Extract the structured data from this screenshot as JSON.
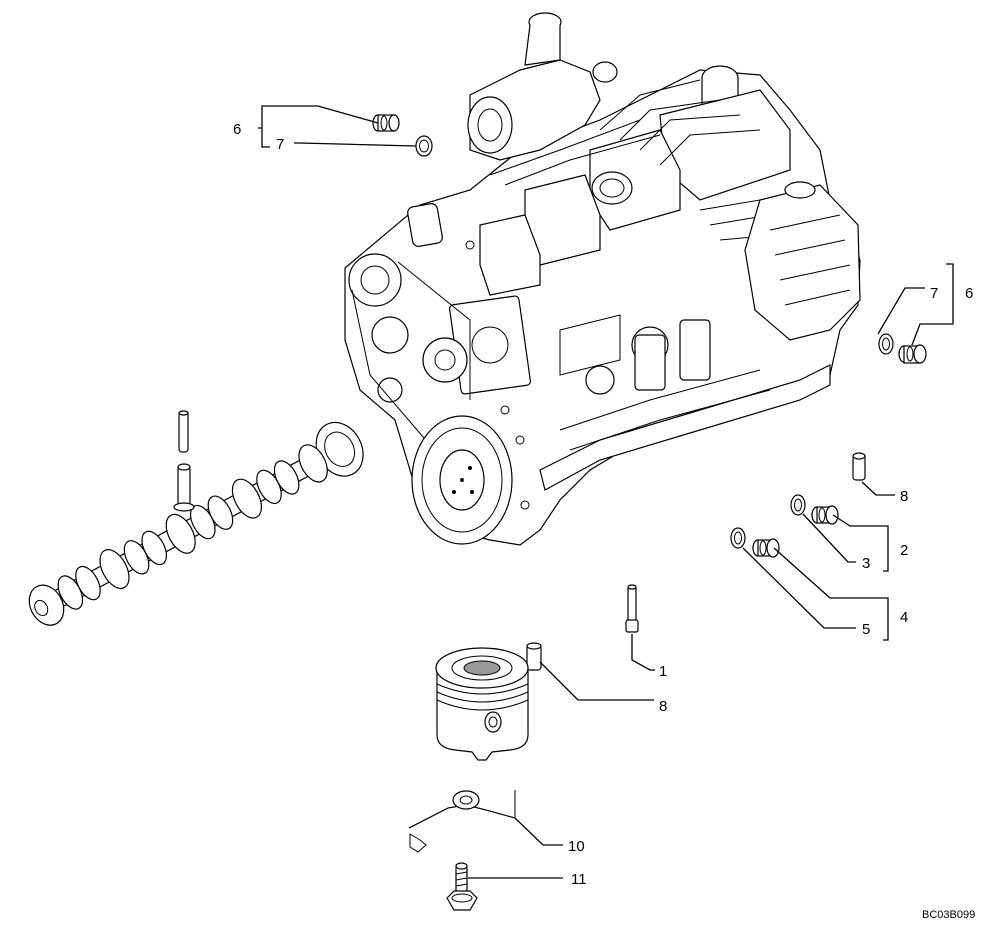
{
  "diagram": {
    "reference_code": "BC03B099",
    "callouts": {
      "c6_top": "6",
      "c7_top": "7",
      "c7_right": "7",
      "c6_right": "6",
      "c8_right": "8",
      "c2": "2",
      "c3": "3",
      "c4": "4",
      "c5": "5",
      "c1": "1",
      "c8_lower": "8",
      "c10": "10",
      "c11": "11"
    },
    "components": [
      "engine-assembly-icon",
      "camshaft-icon",
      "piston-icon",
      "piston-pin-icon",
      "plug-icon",
      "sealing-washer-icon",
      "dowel-icon",
      "oil-jet-icon",
      "bolt-icon"
    ]
  }
}
